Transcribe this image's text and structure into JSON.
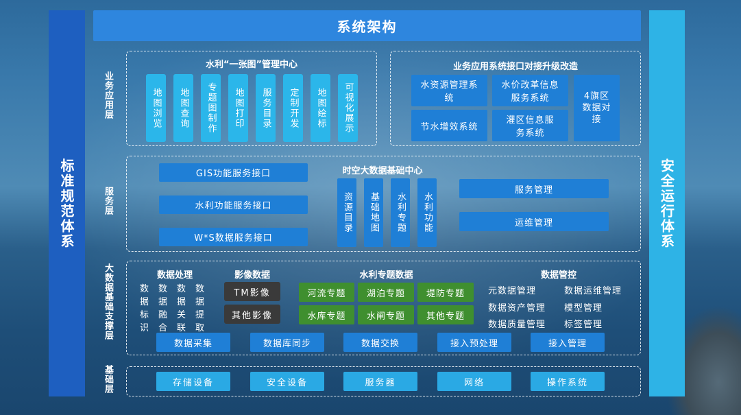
{
  "title": "系统架构",
  "left_panel": "标准规范体系",
  "right_panel": "安全运行体系",
  "layers": {
    "business": "业务应用层",
    "service": "服务层",
    "bigdata": "大数据基础支撑层",
    "base": "基础层"
  },
  "business": {
    "map_center": {
      "title": "水利“一张图”管理中心",
      "items": [
        "地图浏览",
        "地图查询",
        "专题图制作",
        "地图打印",
        "服务目录",
        "定制开发",
        "地图绘标",
        "可视化展示"
      ]
    },
    "upgrade": {
      "title": "业务应用系统接口对接升级改造",
      "items": [
        "水资源管理系统",
        "水价改革信息服务系统",
        "节水增效系统",
        "灌区信息服务系统"
      ],
      "side": "4旗区数据对接"
    }
  },
  "service": {
    "interfaces": [
      "GIS功能服务接口",
      "水利功能服务接口",
      "W*S数据服务接口"
    ],
    "center": {
      "title": "时空大数据基础中心",
      "items": [
        "资源目录",
        "基础地图",
        "水利专题",
        "水利功能"
      ]
    },
    "management": [
      "服务管理",
      "运维管理"
    ]
  },
  "bigdata": {
    "processing": {
      "title": "数据处理",
      "rows": [
        [
          "数",
          "数",
          "数",
          "数"
        ],
        [
          "据",
          "据",
          "据",
          "据"
        ],
        [
          "标",
          "融",
          "关",
          "提"
        ],
        [
          "识",
          "合",
          "联",
          "取"
        ]
      ]
    },
    "imagery": {
      "title": "影像数据",
      "items": [
        "TM影像",
        "其他影像"
      ]
    },
    "thematic": {
      "title": "水利专题数据",
      "items": [
        "河流专题",
        "湖泊专题",
        "堤防专题",
        "水库专题",
        "水闸专题",
        "其他专题"
      ]
    },
    "control": {
      "title": "数据管控",
      "items": [
        "元数据管理",
        "数据运维管理",
        "数据资产管理",
        "模型管理",
        "数据质量管理",
        "标签管理"
      ]
    },
    "bottom": [
      "数据采集",
      "数据库同步",
      "数据交换",
      "接入预处理",
      "接入管理"
    ]
  },
  "base": {
    "items": [
      "存储设备",
      "安全设备",
      "服务器",
      "网络",
      "操作系统"
    ]
  }
}
